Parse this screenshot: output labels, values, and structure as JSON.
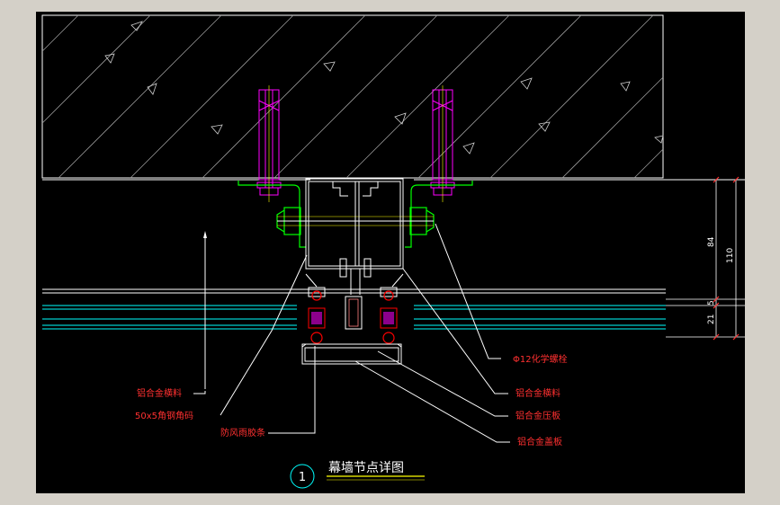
{
  "colors": {
    "background": "#000000",
    "window_frame": "#d4d0c8",
    "structure_lines": "#ffffff",
    "anchor_bolts": "#ff00ff",
    "brackets": "#00ff00",
    "glass": "#00ffff",
    "gaskets_red": "#ff0000",
    "foam": "#ff00ff",
    "title_yellow": "#ffff00",
    "label_red": "#ff3030"
  },
  "labels": {
    "left_mullion": "铝合金横料",
    "steel_code": "50x5角钢角码",
    "gasket": "防风雨胶条",
    "bolt": "Φ12化学螺栓",
    "right_mullion": "铝合金横料",
    "pressure_plate": "铝合金压板",
    "cover_plate": "铝合金盖板"
  },
  "dimensions": {
    "d84": "84",
    "d110": "110",
    "d5": "5",
    "d21": "21"
  },
  "title": {
    "number": "1",
    "text": "幕墙节点详图"
  }
}
